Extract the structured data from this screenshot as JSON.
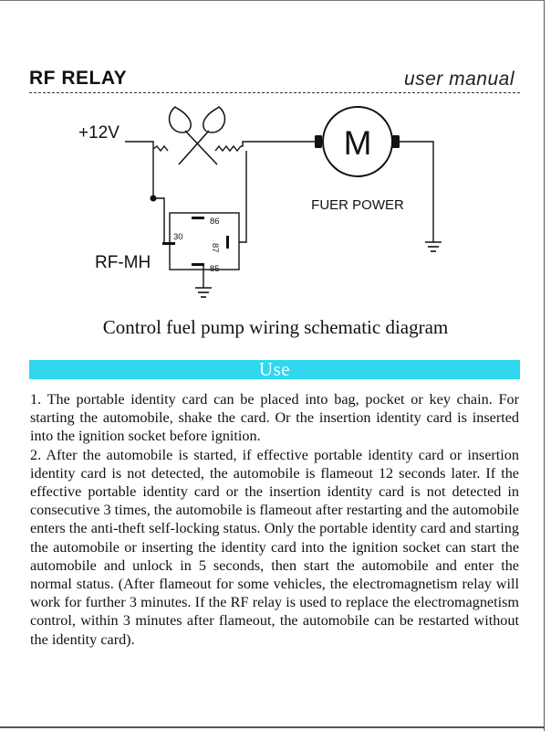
{
  "header": {
    "title": "RF RELAY",
    "subtitle": "user manual"
  },
  "diagram": {
    "supply_label": "+12V",
    "motor_letter": "M",
    "motor_label": "FUER POWER",
    "relay_label": "RF-MH",
    "pins": [
      "86",
      "30",
      "87",
      "85"
    ]
  },
  "caption": "Control fuel pump wiring schematic diagram",
  "section": {
    "title": "Use"
  },
  "instructions": [
    "1. The portable identity card can be placed into bag, pocket or key chain. For starting the automobile, shake the card. Or the insertion identity card is inserted into the ignition socket before ignition.",
    "2. After the automobile is started, if effective portable identity card or insertion identity card is not detected, the automobile is flameout 12 seconds later. If the effective portable identity card or the insertion identity card is not detected in consecutive 3 times, the automobile is flameout after restarting and the automobile enters the anti-theft self-locking status. Only the portable identity card and starting the automobile or inserting the identity card into the ignition socket can start the automobile and unlock in 5 seconds, then start the automobile and enter the normal status. (After flameout for some vehicles, the electromagnetism relay will work for further 3 minutes. If the RF relay is used to replace the electromagnetism control, within 3 minutes after flameout, the automobile can be restarted without the identity card)."
  ]
}
